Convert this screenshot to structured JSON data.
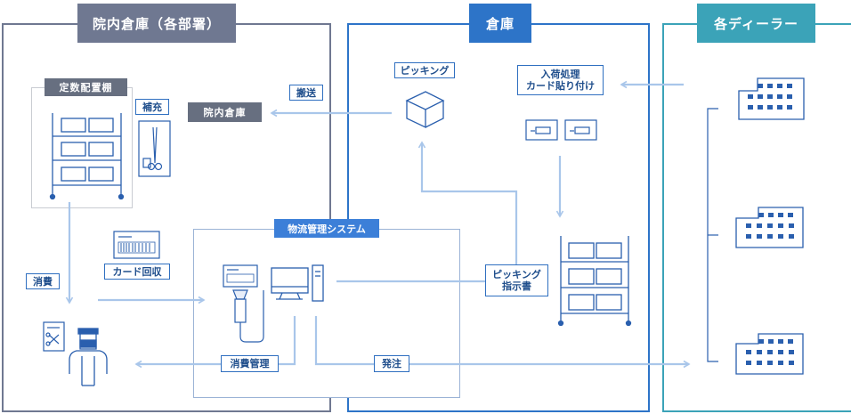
{
  "sections": {
    "hospital": {
      "title": "院内倉庫（各部署）",
      "color": "#6f7891"
    },
    "warehouse": {
      "title": "倉庫",
      "color": "#2d74c8"
    },
    "dealers": {
      "title": "各ディーラー",
      "color": "#3ba3b8"
    }
  },
  "labels": {
    "fixed_shelf": "定数配置棚",
    "replenish": "補充",
    "internal_storage": "院内倉庫",
    "transport": "搬送",
    "picking": "ピッキング",
    "receiving": "入荷処理\nカード貼り付け",
    "logistics_system": "物流管理システム",
    "card_collection": "カード回収",
    "consumption": "消費",
    "picking_list": "ピッキング\n指示書",
    "consumption_mgmt": "消費管理",
    "order": "発注"
  },
  "colors": {
    "arrow": "#a9c6ea",
    "icon": "#2a5fae",
    "accent": "#3c7fd8"
  }
}
